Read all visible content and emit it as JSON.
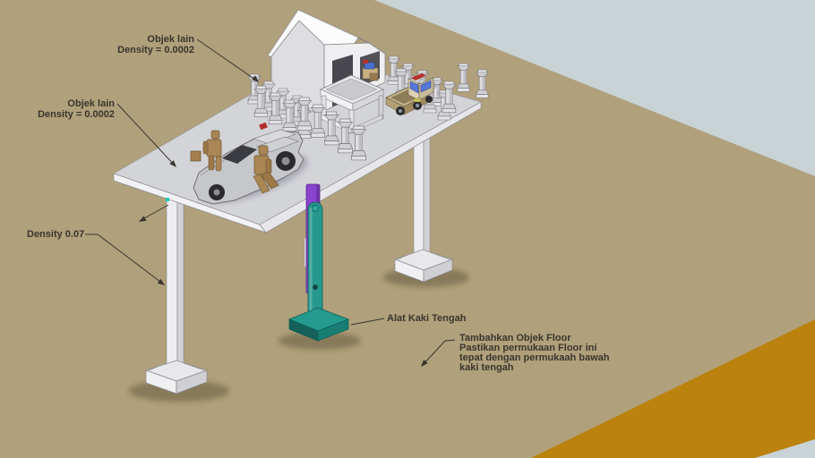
{
  "viewport": {
    "colors": {
      "ground": "#b0a07b",
      "sky": "#c9d2d5",
      "floor_object": "#bb820d",
      "table_surface": "#d3d4d8",
      "table_edge": "#f2f2f5",
      "leg_white": "#ededef",
      "leg_purple": "#8a42cf",
      "leg_teal": "#27988c",
      "base_teal": "#249a8e",
      "mannequin_wood": "#ab8655",
      "annotation_text": "#3a352c"
    }
  },
  "annotations": {
    "objek_lain_top": {
      "line1": "Objek lain",
      "line2": "Density = 0.0002"
    },
    "objek_lain_left": {
      "line1": "Objek lain",
      "line2": "Density = 0.0002"
    },
    "density_leg": {
      "text": "Density 0.07"
    },
    "alat_kaki_tengah": {
      "text": "Alat Kaki Tengah"
    },
    "floor_note": {
      "line1": "Tambahkan Objek Floor",
      "line2": "Pastikan permukaan Floor ini",
      "line3": "tepat dengan permukaah bawah",
      "line4": "kaki tengah"
    }
  }
}
